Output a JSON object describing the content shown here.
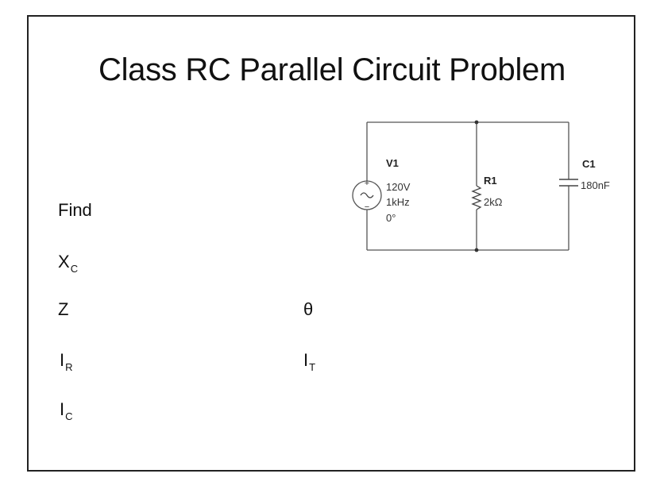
{
  "title": "Class RC Parallel Circuit Problem",
  "find_label": "Find",
  "quantities": {
    "xc": {
      "main": "X",
      "sub": "C"
    },
    "z": {
      "main": "Z"
    },
    "theta": {
      "main": "θ"
    },
    "ir": {
      "main": "I",
      "sub": "R"
    },
    "it": {
      "main": "I",
      "sub": "T"
    },
    "ic": {
      "main": "I",
      "sub": "C"
    }
  },
  "circuit": {
    "source": {
      "name": "V1",
      "voltage": "120V",
      "frequency": "1kHz",
      "phase": "0°",
      "plus": "+",
      "minus": "−",
      "symbol": "~"
    },
    "resistor": {
      "name": "R1",
      "value": "2kΩ"
    },
    "capacitor": {
      "name": "C1",
      "value": "180nF"
    }
  }
}
